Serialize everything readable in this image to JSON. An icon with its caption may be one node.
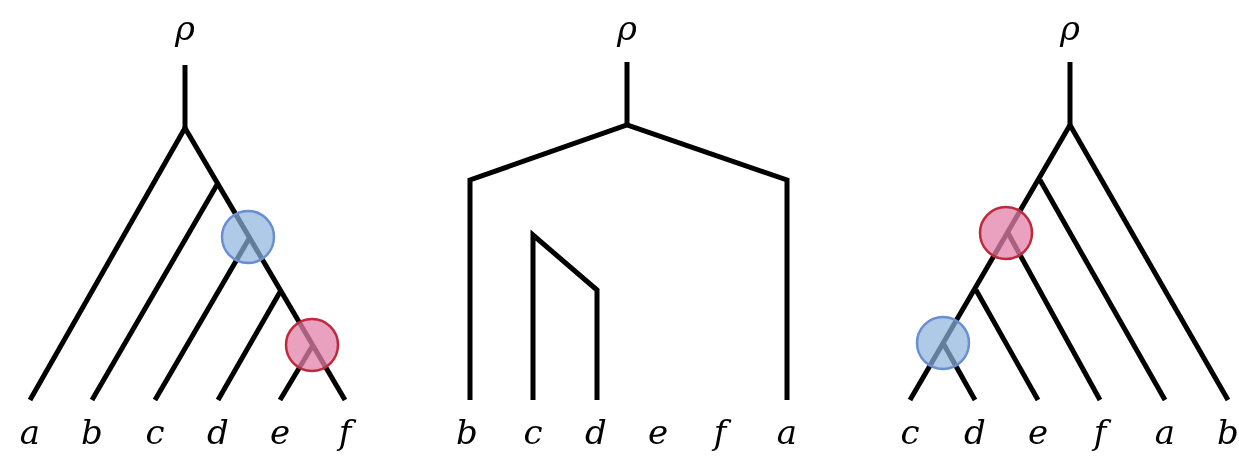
{
  "diagram": {
    "labels": [
      "ρ",
      "ρ",
      "ρ",
      "a",
      "b",
      "c",
      "d",
      "e",
      "f",
      "b",
      "c",
      "d",
      "e",
      "f",
      "a",
      "c",
      "d",
      "e",
      "f",
      "a",
      "b"
    ]
  }
}
